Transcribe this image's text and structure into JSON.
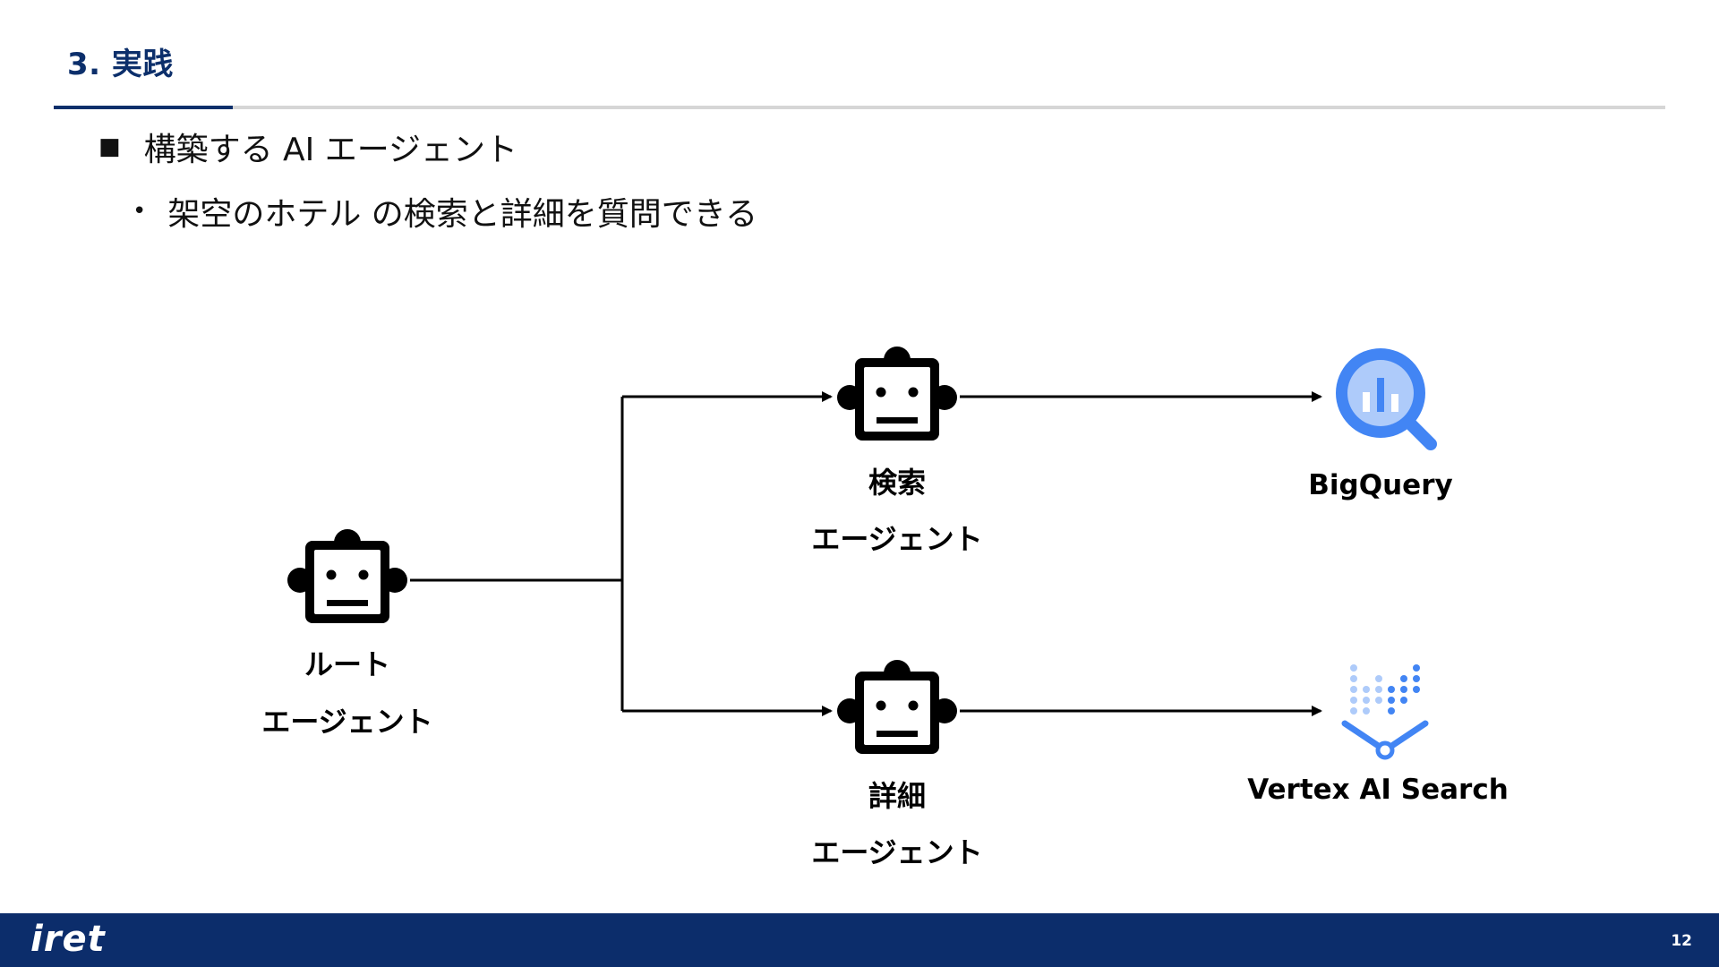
{
  "slide": {
    "title": "3. 実践",
    "bullet_level1": "構築する AI エージェント",
    "bullet_level1_marker": "■",
    "bullet_level2": "架空のホテル の検索と詳細を質問できる",
    "bullet_level2_marker": "•"
  },
  "diagram": {
    "root_agent": {
      "line1": "ルート",
      "line2": "エージェント",
      "icon": "robot-icon"
    },
    "search_agent": {
      "line1": "検索",
      "line2": "エージェント",
      "icon": "robot-icon"
    },
    "detail_agent": {
      "line1": "詳細",
      "line2": "エージェント",
      "icon": "robot-icon"
    },
    "bigquery": {
      "label": "BigQuery",
      "icon": "bigquery-icon"
    },
    "vertex": {
      "label": "Vertex AI Search",
      "icon": "vertex-ai-search-icon"
    }
  },
  "footer": {
    "logo": "iret",
    "page_number": "12"
  },
  "colors": {
    "title": "#0c2f6b",
    "footer": "#0c2d6b",
    "bigquery_blue": "#4285f4",
    "bigquery_light": "#aecbfa",
    "vertex_blue": "#4285f4"
  }
}
